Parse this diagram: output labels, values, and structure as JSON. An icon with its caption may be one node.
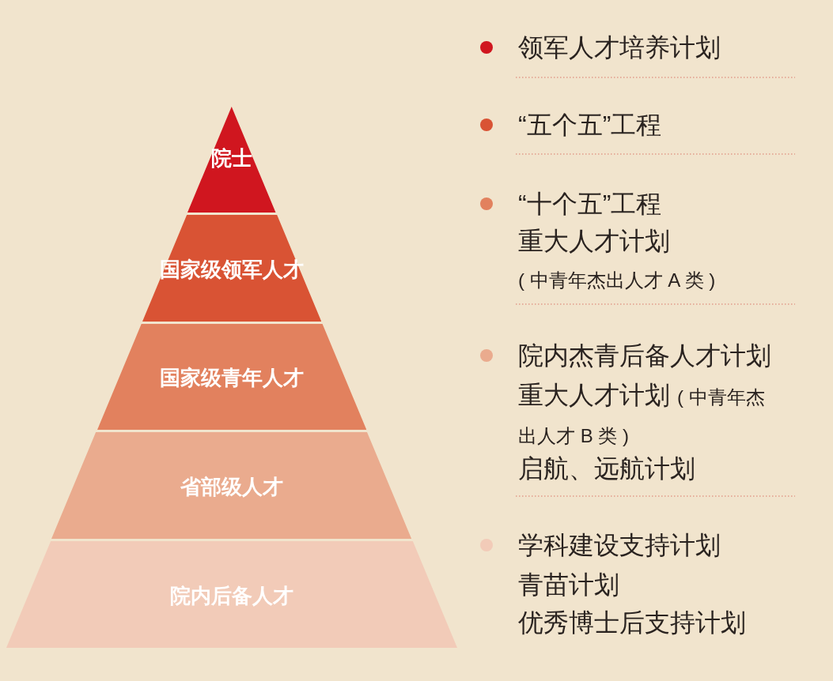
{
  "diagram": {
    "nodes": [
      {
        "text": [
          "院士"
        ]
      },
      {
        "text": [
          "国家级领军人才"
        ]
      },
      {
        "text": [
          "国家级青年人才"
        ]
      },
      {
        "text": [
          "省部级人才"
        ]
      },
      {
        "text": [
          "院内后备人才"
        ]
      }
    ],
    "labels": [
      "重大人才计划",
      "( 中青年杰出人才 A 类 )",
      "重大人才计划",
      "( 中青年杰出人才 B 类 )",
      "启航、远航计划",
      "青苗计划",
      "优秀博士后支持计划"
    ],
    "legend": [
      {
        "text": "领军人才培养计划",
        "color": "#d0161f"
      },
      {
        "text": "“五个五”工程",
        "color": "#d95334"
      },
      {
        "text": "“十个五”工程",
        "color": "#e2815e"
      },
      {
        "text": "院内杰青后备人才计划",
        "color": "#eaab8e"
      },
      {
        "text": "学科建设支持计划",
        "color": "#f2cbb8"
      }
    ]
  }
}
